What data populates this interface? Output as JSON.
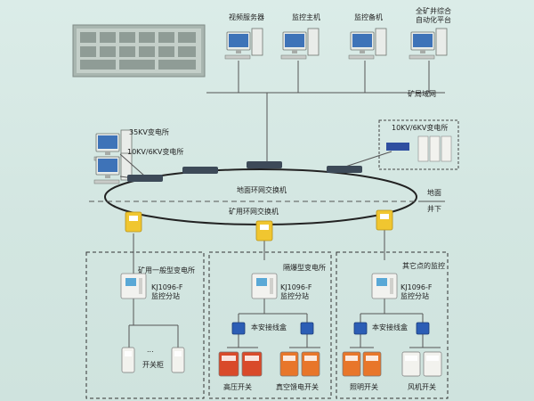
{
  "top_devices": {
    "video_server": "视频服务器",
    "monitor_host": "监控主机",
    "monitor_backup": "监控备机",
    "platform_line1": "全矿井综合",
    "platform_line2": "自动化平台"
  },
  "lan_label": "矿局域网",
  "substations": {
    "sub_35kv": "35KV变电所",
    "sub_10kv_left": "10KV/6KV变电所",
    "sub_10kv_right": "10KV/6KV变电所"
  },
  "ground_ring_label": "地面环网交换机",
  "mine_ring_label": "矿用环网交换机",
  "ground_label": "地面",
  "underground_label": "井下",
  "zones": [
    {
      "title": "矿用一般型变电所",
      "station_line1": "KJ1096-F",
      "station_line2": "监控分站",
      "cabinet_label": "开关柜",
      "dots": "...",
      "colors": [
        "#f2f2ee",
        "#f2f2ee"
      ]
    },
    {
      "title": "隔爆型变电所",
      "station_line1": "KJ1096-F",
      "station_line2": "监控分站",
      "junction_label": "本安接线盒",
      "switch_left": "高压开关",
      "switch_right": "真空馈电开关",
      "colors": [
        "#d94a2a",
        "#e8762a"
      ]
    },
    {
      "title": "其它点的监控",
      "station_line1": "KJ1096-F",
      "station_line2": "监控分站",
      "junction_label": "本安接线盒",
      "switch_left": "照明开关",
      "switch_right": "风机开关",
      "colors": [
        "#e8762a",
        "#f2f2ee"
      ]
    }
  ]
}
